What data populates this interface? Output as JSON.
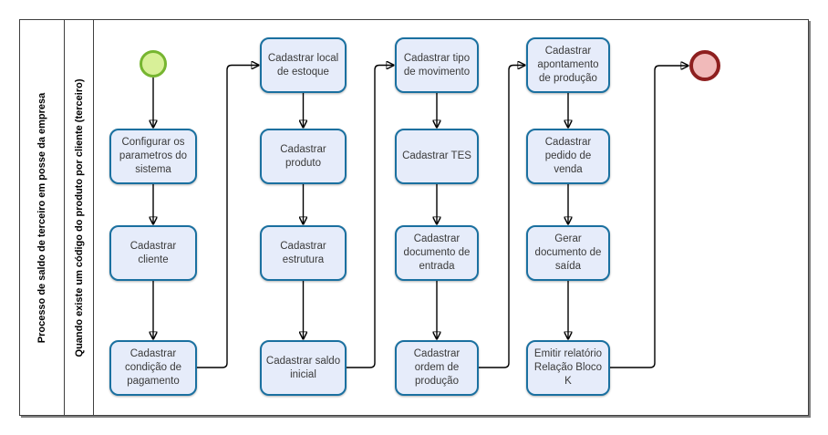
{
  "diagram": {
    "pool_label": "Processo de saldo de terceiro em posse da empresa",
    "lane_label": "Quando existe um código do produto por cliente (terceiro)",
    "start_event": "start-event",
    "end_event": "end-event",
    "tasks": [
      {
        "id": "configurar-parametros",
        "label": "Configurar os\nparametros do\nsistema"
      },
      {
        "id": "cadastrar-cliente",
        "label": "Cadastrar\ncliente"
      },
      {
        "id": "cadastrar-condicao-pagamento",
        "label": "Cadastrar\ncondição de\npagamento"
      },
      {
        "id": "cadastrar-local-estoque",
        "label": "Cadastrar local\nde estoque"
      },
      {
        "id": "cadastrar-produto",
        "label": "Cadastrar\nproduto"
      },
      {
        "id": "cadastrar-estrutura",
        "label": "Cadastrar\nestrutura"
      },
      {
        "id": "cadastrar-saldo-inicial",
        "label": "Cadastrar saldo\ninicial"
      },
      {
        "id": "cadastrar-tipo-movimento",
        "label": "Cadastrar tipo\nde movimento"
      },
      {
        "id": "cadastrar-tes",
        "label": "Cadastrar TES"
      },
      {
        "id": "cadastrar-documento-entrada",
        "label": "Cadastrar\ndocumento de\nentrada"
      },
      {
        "id": "cadastrar-ordem-producao",
        "label": "Cadastrar\nordem de\nprodução"
      },
      {
        "id": "cadastrar-apontamento-producao",
        "label": "Cadastrar\napontamento\nde produção"
      },
      {
        "id": "cadastrar-pedido-venda",
        "label": "Cadastrar\npedido de\nvenda"
      },
      {
        "id": "gerar-documento-saida",
        "label": "Gerar\ndocumento de\nsaída"
      },
      {
        "id": "emitir-relatorio-bloco-k",
        "label": "Emitir relatório\nRelação Bloco\nK"
      }
    ],
    "colors": {
      "task_fill": "#e6ecfa",
      "task_border": "#1a70a0",
      "start_fill": "#d8f098",
      "start_border": "#76b530",
      "end_fill": "#f1baba",
      "end_border": "#8e1f1f"
    }
  }
}
